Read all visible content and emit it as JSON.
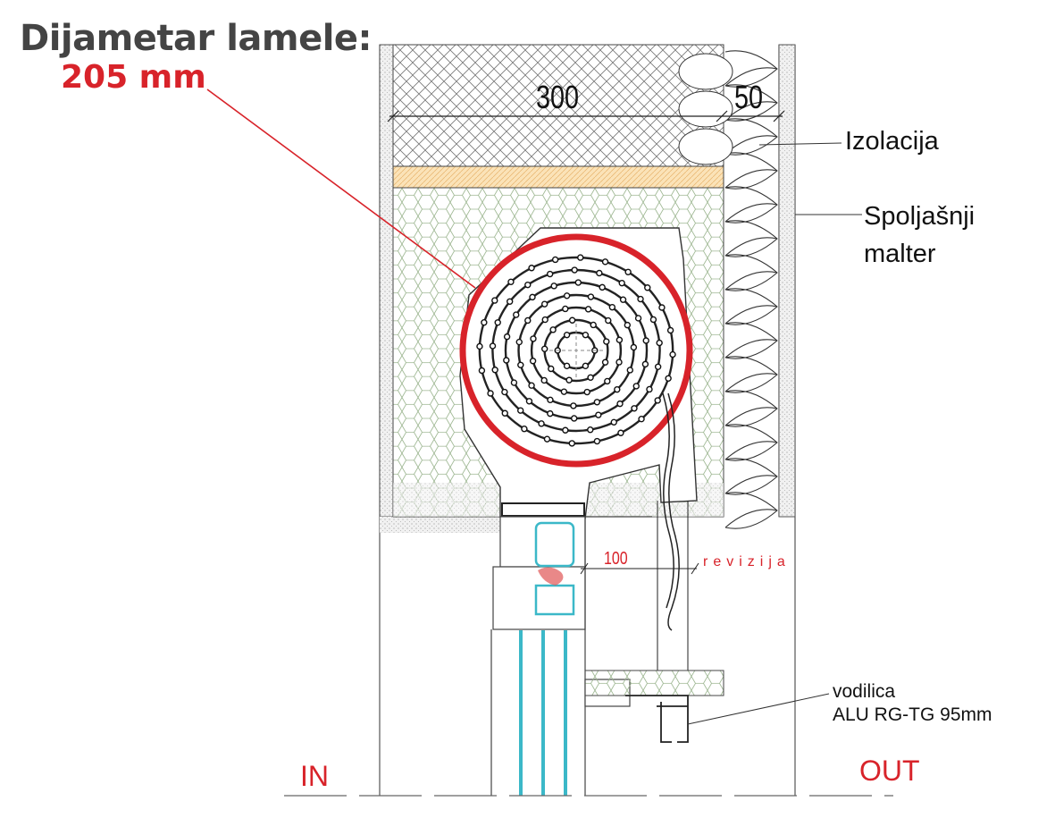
{
  "title": {
    "line1": "Dijametar lamele:",
    "line2": "205 mm"
  },
  "dimensions": {
    "width_main": "300",
    "width_insulation": "50",
    "revision_gap": "100"
  },
  "labels": {
    "insulation": "Izolacija",
    "plaster_line1": "Spoljašnji",
    "plaster_line2": "malter",
    "revision": "revizija",
    "guide_line1": "vodilica",
    "guide_line2": "ALU RG-TG 95mm",
    "inside": "IN",
    "outside": "OUT"
  },
  "colors": {
    "accent": "#d8232a",
    "glass": "#3bb8c8",
    "text": "#444444"
  }
}
